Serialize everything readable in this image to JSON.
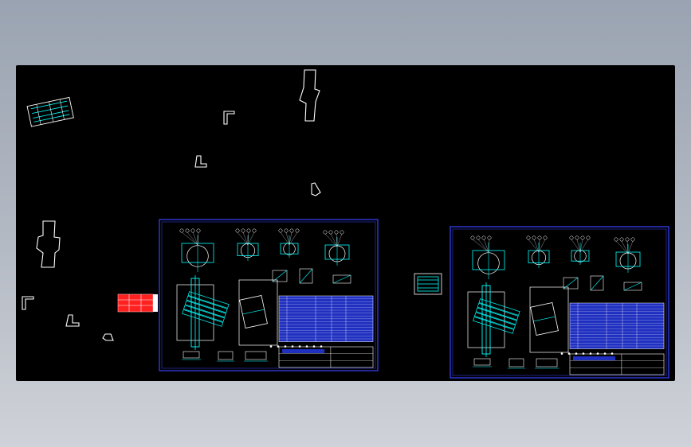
{
  "app": {
    "type": "cad-drawing-viewer"
  },
  "colors": {
    "viewport_bg": "#000000",
    "outline": "#ffffff",
    "sheet_frame": "#3a44ff",
    "dimension": "#00ffff",
    "table_fill": "#1f2fc0",
    "highlight": "#ff2020",
    "part_fill": "#d0d0d0"
  },
  "sheets": [
    {
      "name": "assembly-sheet-1",
      "title_block_lines": 3,
      "parts_table_rows": 16
    },
    {
      "name": "assembly-sheet-2",
      "title_block_lines": 3,
      "parts_table_rows": 16
    }
  ],
  "loose_parts": [
    "rotated-assembly-thumbnail",
    "stepped-shaft-outline-top",
    "angle-bracket-outline-top",
    "block-profile-outline",
    "wedge-profile-outline",
    "stepped-shaft-outline-left",
    "angle-bracket-outline-left",
    "step-block-outline-left",
    "cam-profile-outline",
    "red-highlighted-block",
    "small-assembly-thumbnail"
  ]
}
